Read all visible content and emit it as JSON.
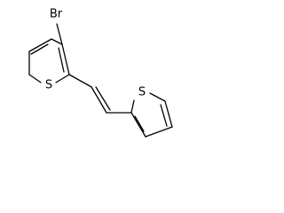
{
  "molecule": {
    "atoms": {
      "bromine": "Br",
      "sulfur_left": "S",
      "sulfur_right": "S"
    }
  }
}
